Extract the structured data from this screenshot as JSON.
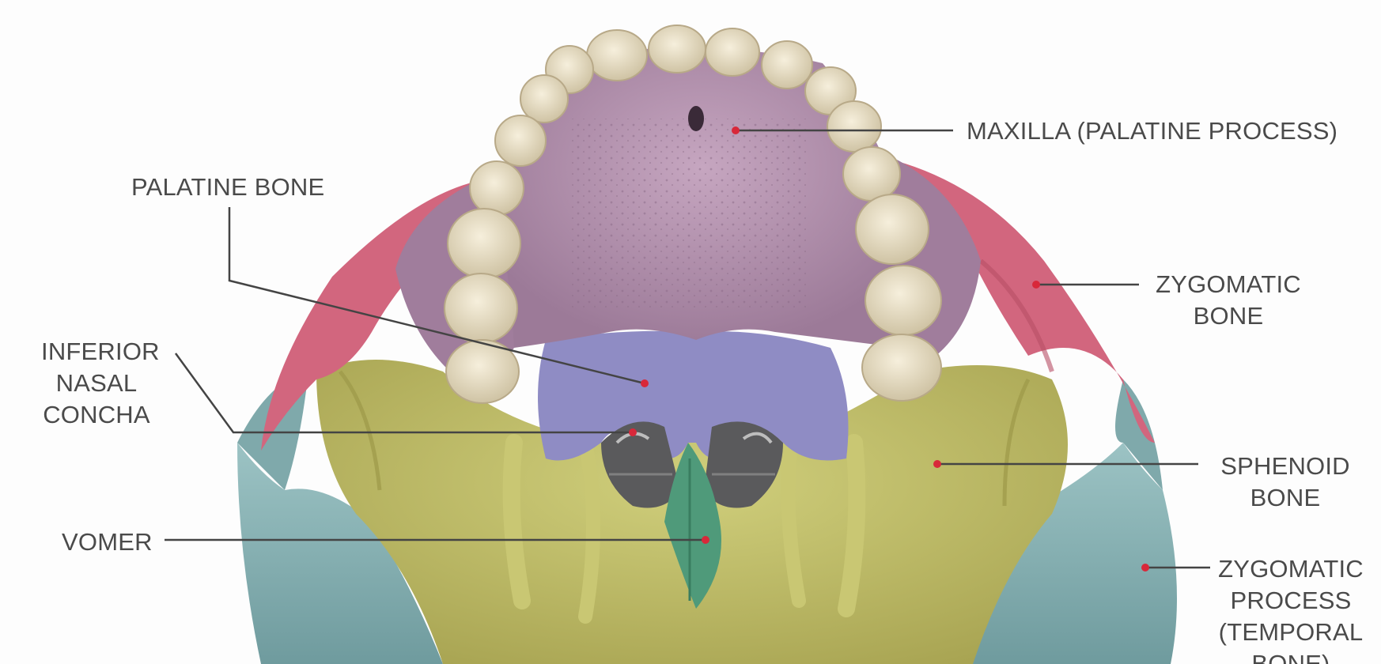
{
  "diagram": {
    "labels": {
      "maxilla": [
        "MAXILLA (PALATINE PROCESS)"
      ],
      "palatine_bone": [
        "PALATINE BONE"
      ],
      "zygomatic_bone": [
        "ZYGOMATIC",
        "BONE"
      ],
      "inferior_nasal_concha": [
        "INFERIOR",
        "NASAL",
        "CONCHA"
      ],
      "sphenoid_bone": [
        "SPHENOID",
        "BONE"
      ],
      "vomer": [
        "VOMER"
      ],
      "zygomatic_process": [
        "ZYGOMATIC",
        "PROCESS",
        "(TEMPORAL",
        "BONE)"
      ]
    },
    "colors": {
      "maxilla": "#b896b2",
      "palatine": "#8f8cc4",
      "zygomatic": "#d2667e",
      "sphenoid": "#c4c26a",
      "vomer": "#4f9a7a",
      "temporal": "#8fb7b9",
      "teeth": "#eae0c8",
      "leader_line": "#444444",
      "marker": "#d8283a",
      "label_text": "#4a4a4a"
    }
  }
}
